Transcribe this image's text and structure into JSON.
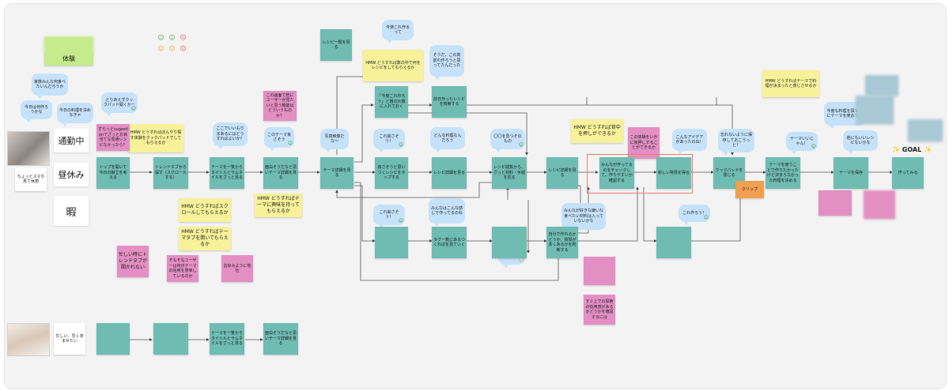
{
  "header": {
    "lane_tag": "体験",
    "blurred_tag": ""
  },
  "lanes": {
    "commute": "通勤中",
    "lunch": "昼休み",
    "free": "暇"
  },
  "lane_side_notes": {
    "lunch": "ちょっとスマホ見て休憩",
    "bottom": "忙しい、早く済ませたい"
  },
  "emoji_legend": {
    "items": [
      "☺",
      "☺",
      "☹",
      "☺",
      "☹",
      "☹"
    ],
    "colors": [
      "#46b04a",
      "#46b04a",
      "#e05a5a",
      "#e0b030",
      "#e0b030",
      "#e05a5a"
    ]
  },
  "bubbles": {
    "b1": "家族みんな何食べたいんだろうか",
    "b2": "今日は何作ろうかな",
    "b3": "今日の料理を決めなきゃ",
    "b4": "とりあえずクックパッド開くかー",
    "b5": "ここでいいもりまあるにはどうすればよいか？",
    "b6": "このテーマ良さそう",
    "b7": "写真映像だな〜",
    "b8": "今使これ作るって",
    "b9": "そうだ、この真前れ作ろうと思ってたんだった",
    "b10": "これ良さそう！",
    "b11": "どんな料理なんだろう",
    "b12": "〇〇を見つそのもの",
    "b13": "これ良さそう！",
    "b14": "みんなはこんな感じで作ってるのね",
    "b15": "みんなが好きな嫌いな食べたい材料は入っていないかな",
    "b16": "迷った",
    "b17": "こんなアイデアがあったのね！",
    "b18": "忘れないように保存しておこうっと！",
    "b19": "テーマいいじゃん！",
    "b20": "今度も料理を探す時にテーマを使おう！",
    "b21": "他にもいいレシピないかな",
    "b22": "これ作ろう！"
  },
  "notes": {
    "y1": "HMW どうすればぼんやり探す体験をクックパッドでしてもらえるか",
    "y2": "HMW どうすればスクロールしてもらえるか",
    "y3": "HMW どうすればテーマタブを開いてもらえるか",
    "y4": "HMW どうすればテーマに興味を持ってもらえるか",
    "y5": "HMW どうすれば数の中で何をレシピをしてもらえるか",
    "y6": "HMW どうすれば背中を押しができるか",
    "y7": "HMW どうすればテーマで料理が決まったと感じさせるか",
    "p1": "ずらっとsugestionでざっとお目当てな見通レシピなかったら？",
    "p2": "この画面で他にユーザーが見たいと思う機能はどういうものか？",
    "p3": "忙しい時にトレンドタブが開かれない",
    "p4": "そもそもユーザーは何がテーマの信用を意味しているのか",
    "p5": "お好みように他社",
    "p6": "この体験をいかに後押しすることができるか",
    "p7": "",
    "p8": "",
    "p9": "すぐ上での探索の信用感があるかどうかを確認するには",
    "p10": "",
    "t1": "トップを開いて今日の献立を考える",
    "t2": "トレンドタブから探す（スクロールする）",
    "t3": "テーマを一覧からタイトルとサムネイルをざっと見る",
    "t4": "面白そうだなと思いテーマ詳細を見る",
    "t5": "テーマ詳細を見る",
    "t6": "レシピ一覧を見る",
    "t7": "「今度これ作ろう」と題の片隅に入れておく",
    "t8": "前日作ったレシピを検索する",
    "t9": "良さそうと思いつくレシピをタップする",
    "t10": "レシピ詳細を見る",
    "t11": "レシピ閲覧から、ざっと材料・手順を見る",
    "t12": "レシピ詳細を見る",
    "t13": "みんなが作ってるのをチェックして、作りやすいか確認する",
    "t14": "新しい発見を得る",
    "t15": "クックパッドを閉じる",
    "t16": "テーマを保存",
    "t17": "作ってみる",
    "t18": "",
    "t19": "タグ一覧にあるつくれぽを見ていく",
    "t20": "自分で作れるかどうか、質問が多くあるかを判断する",
    "t21": "",
    "t22": "テーマを使うことで作りたかったけど決まらなかった料理を決める",
    "t23": "",
    "t24": "",
    "t25": "",
    "t26": "",
    "t27": "テーマを一覧からタイトルとサムネイルをざっと見る",
    "t28": "面白そうだなと思いテーマ詳細を見る",
    "o1": "クリップ"
  },
  "goal": {
    "label": "GOAL",
    "spark": "✨"
  }
}
